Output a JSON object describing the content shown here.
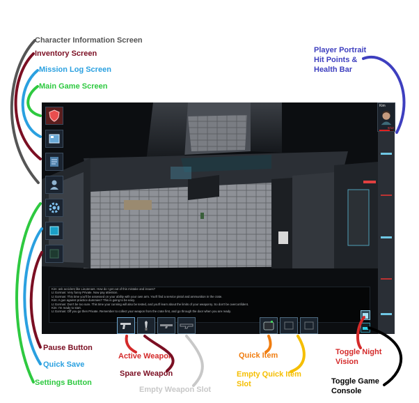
{
  "callouts": {
    "character_info": "Character Information Screen",
    "inventory": "Inventory Screen",
    "mission_log": "Mission Log Screen",
    "main_game": "Main Game Screen",
    "portrait_line1": "Player Portrait",
    "portrait_line2": "Hit Points &",
    "portrait_line3": "Health Bar",
    "pause": "Pause Button",
    "quick_save": "Quick Save",
    "settings": "Settings Button",
    "active_weapon": "Active Weapon",
    "spare_weapon": "Spare Weapon",
    "empty_weapon": "Empty Weapon Slot",
    "quick_item": "Quick Item",
    "empty_quick_line1": "Empty Quick Item",
    "empty_quick_line2": "Slot",
    "night_vision_line1": "Toggle Night",
    "night_vision_line2": "Vision",
    "console_line1": "Toggle Game",
    "console_line2": "Console"
  },
  "colors": {
    "character_info": "#555555",
    "inventory": "#7b0f23",
    "mission_log": "#2aa0e0",
    "main_game": "#2ec940",
    "portrait": "#3e3fbf",
    "pause": "#7b0f23",
    "quick_save": "#2aa0e0",
    "settings": "#2ec940",
    "active_weapon": "#d42a2a",
    "spare_weapon": "#7b0f23",
    "empty_weapon": "#c8c8c8",
    "quick_item": "#f07d10",
    "empty_quick": "#f5be00",
    "night_vision": "#d42a2a",
    "console": "#000000"
  },
  "player": {
    "name": "Kim",
    "hp": "9/12"
  },
  "console_lines": [
    "Kim: ask accident like Lieutenant. How do I get out of this mistake and issues?",
    "Lt Gorman: Very funny Private. Now pay attention.",
    "Lt Gorman: This time you'll be assessed on your ability with your own arm.   You'll find a service pistol and ammunition in the crate.",
    "Kim: A gun against practice dummies?  This is going to be easy.",
    "Lt Gorman: Don't be too sure. This time your cunning will also be tested, and you'll learn about the limits of your weaponry. So don't be overconfident.",
    "Kim: I'm ready to start.",
    "Lt Gorman: Off you go then Private.  Remember to collect your weapon from the crate first, and go through the door when you are ready."
  ],
  "side_icons": [
    "shield-icon",
    "inventory-icon",
    "mission-log-icon",
    "character-icon",
    "gear-icon",
    "quick-save-icon",
    "pause-icon"
  ]
}
